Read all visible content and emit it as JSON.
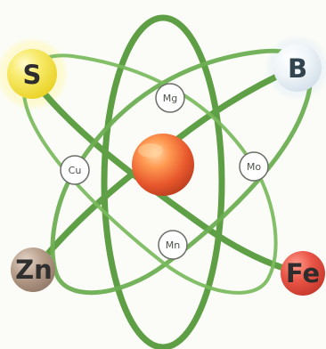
{
  "colors": {
    "orbit": "#4f9a3a",
    "orbit_light": "#7fc05f",
    "nucleus": "#e8572c",
    "sulfur": "#f4df3a",
    "boron": "#dde9f1",
    "zinc": "#a9907f",
    "iron": "#e2493b",
    "small_node_fill": "#ffffff",
    "small_node_stroke": "#6b6f69",
    "big_text": "#2d2d2d"
  },
  "elements": {
    "sulfur": {
      "symbol": "S",
      "icon": "sulfur-sphere"
    },
    "boron": {
      "symbol": "B",
      "icon": "boron-sphere"
    },
    "zinc": {
      "symbol": "Zn",
      "icon": "zinc-sphere"
    },
    "iron": {
      "symbol": "Fe",
      "icon": "iron-sphere"
    }
  },
  "electrons": {
    "magnesium": "Mg",
    "copper": "Cu",
    "molybdenum": "Mo",
    "manganese": "Mn"
  }
}
